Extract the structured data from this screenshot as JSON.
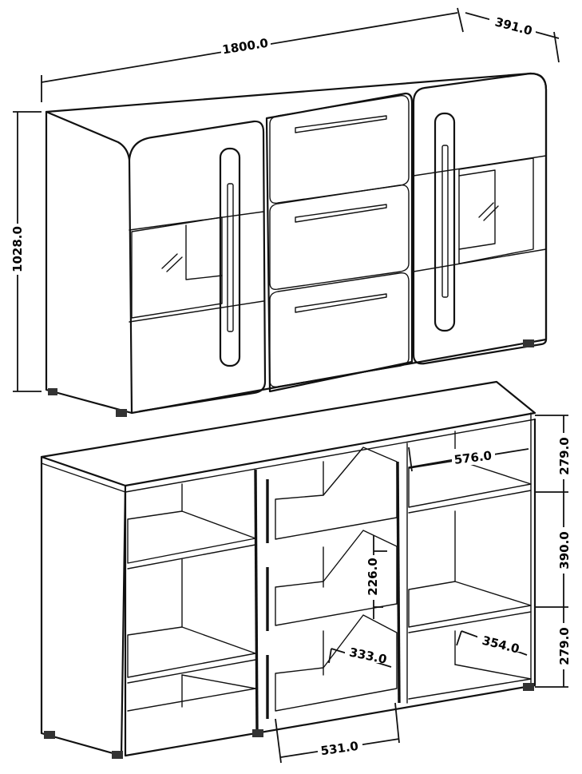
{
  "dimensions": {
    "overall_width": "1800.0",
    "overall_depth": "391.0",
    "overall_height": "1028.0",
    "shelf_width": "576.0",
    "compartment_top": "279.0",
    "compartment_middle": "390.0",
    "compartment_bottom": "279.0",
    "drawer_height": "226.0",
    "drawer_depth": "333.0",
    "side_depth": "354.0",
    "drawer_width": "531.0"
  },
  "colors": {
    "line": "#111111",
    "background": "#ffffff"
  }
}
